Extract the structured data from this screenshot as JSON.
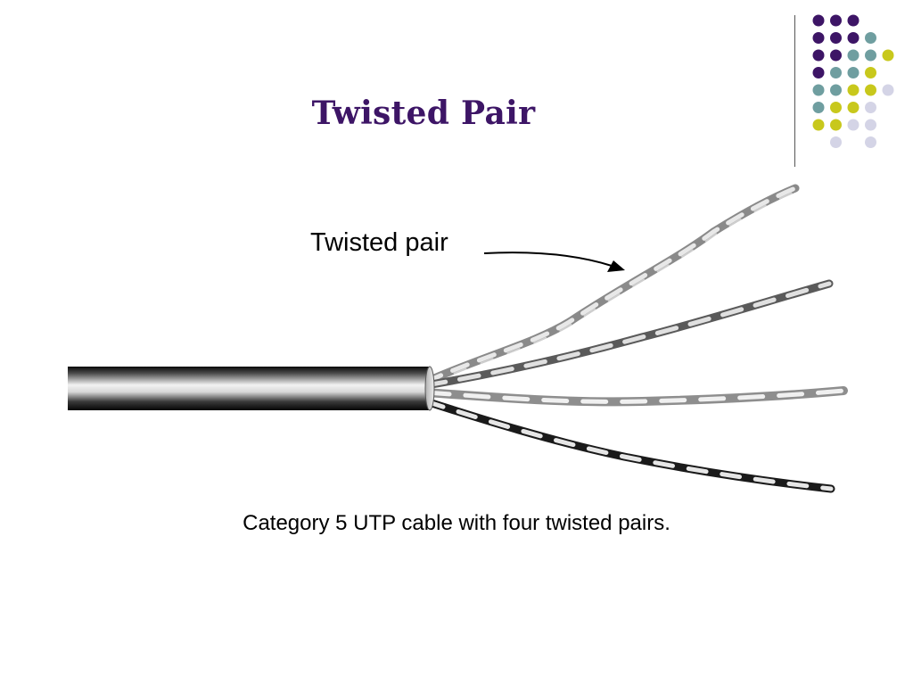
{
  "slide": {
    "title": "Twisted Pair",
    "title_color": "#3d1566",
    "figure_label": "Twisted pair",
    "caption": "Category 5 UTP cable with four twisted pairs."
  },
  "decoration": {
    "palette": {
      "purple": "#3d1566",
      "teal": "#6f9ea0",
      "yellow": "#c8c81c",
      "lavender": "#d4d4e6"
    },
    "dot_grid": [
      [
        "purple",
        "purple",
        "purple",
        null,
        null
      ],
      [
        "purple",
        "purple",
        "purple",
        "teal",
        null
      ],
      [
        "purple",
        "purple",
        "teal",
        "teal",
        "yellow"
      ],
      [
        "purple",
        "teal",
        "teal",
        "yellow",
        null
      ],
      [
        "teal",
        "teal",
        "yellow",
        "yellow",
        "lavender"
      ],
      [
        "teal",
        "yellow",
        "yellow",
        "lavender",
        null
      ],
      [
        "yellow",
        "yellow",
        "lavender",
        "lavender",
        null
      ],
      [
        null,
        "lavender",
        null,
        "lavender",
        null
      ]
    ]
  }
}
